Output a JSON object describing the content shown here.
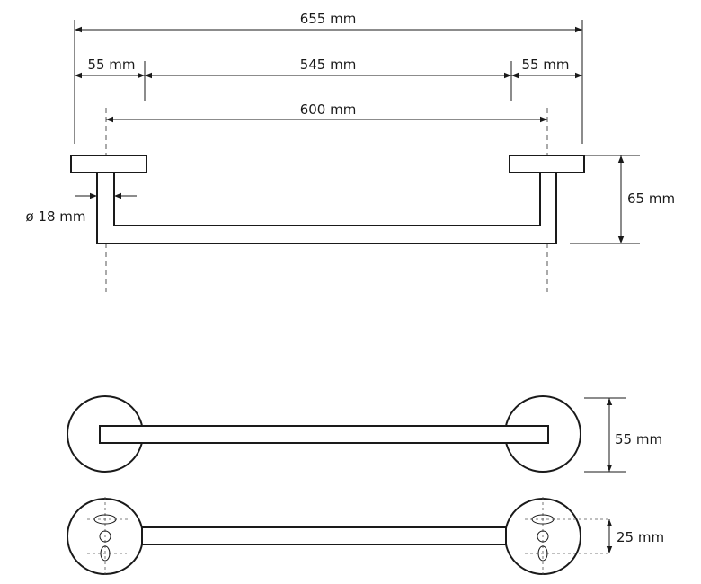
{
  "dimensions": {
    "overall_length": "655 mm",
    "left_flange": "55 mm",
    "bar_span": "545 mm",
    "right_flange": "55 mm",
    "center_to_center": "600 mm",
    "bar_diameter": "ø 18 mm",
    "projection": "65 mm",
    "flange_diameter": "55 mm",
    "hole_spacing": "25 mm"
  }
}
